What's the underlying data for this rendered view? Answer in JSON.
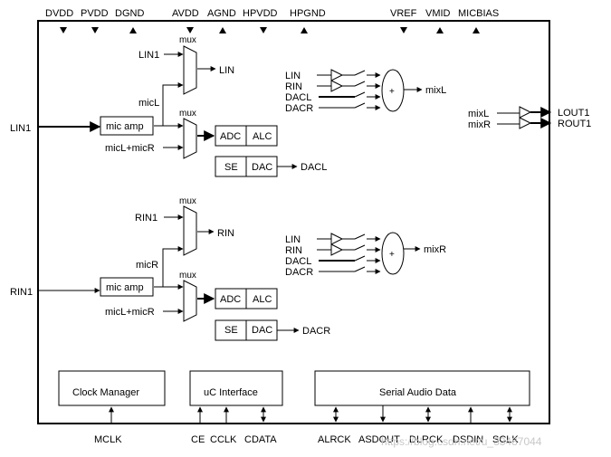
{
  "pins": {
    "top": [
      "DVDD",
      "PVDD",
      "DGND",
      "AVDD",
      "AGND",
      "HPVDD",
      "HPGND",
      "VREF",
      "VMID",
      "MICBIAS"
    ],
    "bottom_mclk": "MCLK",
    "bottom_ctrl": [
      "CE",
      "CCLK",
      "CDATA"
    ],
    "bottom_i2s": [
      "ALRCK",
      "ASDOUT",
      "DLRCK",
      "DSDIN",
      "SCLK"
    ]
  },
  "left_ch": {
    "input_pin": "LIN1",
    "mux1_in": "LIN1",
    "mux_label": "mux",
    "mux1_out": "LIN",
    "mic_tap": "micL",
    "mic_amp": "mic amp",
    "sum_in": "micL+micR",
    "adc": "ADC",
    "alc": "ALC",
    "se": "SE",
    "dac": "DAC",
    "dac_out": "DACL"
  },
  "right_ch": {
    "input_pin": "RIN1",
    "mux1_in": "RIN1",
    "mux_label": "mux",
    "mux1_out": "RIN",
    "mic_tap": "micR",
    "mic_amp": "mic amp",
    "sum_in": "micL+micR",
    "adc": "ADC",
    "alc": "ALC",
    "se": "SE",
    "dac": "DAC",
    "dac_out": "DACR"
  },
  "mixer_left": {
    "inputs": [
      "LIN",
      "RIN",
      "DACL",
      "DACR"
    ],
    "symbol": "+",
    "output": "mixL"
  },
  "mixer_right": {
    "inputs": [
      "LIN",
      "RIN",
      "DACL",
      "DACR"
    ],
    "symbol": "+",
    "output": "mixR"
  },
  "output_stage": {
    "inputs": [
      "mixL",
      "mixR"
    ],
    "outputs": [
      "LOUT1",
      "ROUT1"
    ]
  },
  "blocks": {
    "clock": "Clock Manager",
    "uc": "uC Interface",
    "serial": "Serial Audio Data"
  },
  "watermark": "https://blog.csdn.net/u_33487044"
}
